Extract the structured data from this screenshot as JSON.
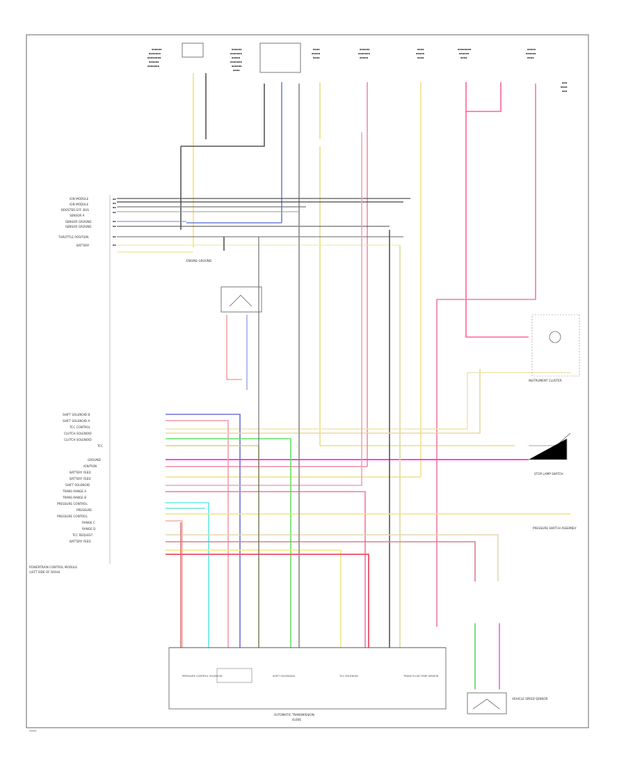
{
  "diagram": {
    "figure_id": "*****",
    "left_pin_names": [
      "IGN MODULE",
      "IGN MODULE",
      "BOOSTED EFF. BUS",
      "SENSOR A",
      "SENSOR GROUND",
      "SENSOR GROUND",
      "THROTTLE POSITION",
      "BATTERY"
    ],
    "lower_pin_names": [
      "SHIFT SOLENOID B",
      "SHIFT SOLENOID A",
      "TCC CONTROL",
      "CLUTCH SOLENOID",
      "CLUTCH SOLENOID",
      "TCC",
      "GROUND",
      "IGNITION",
      "BATTERY FEED",
      "BATTERY FEED",
      "SHIFT SOLENOID",
      "TRANS RANGE A",
      "TRANS RANGE B",
      "PRESSURE CONTROL",
      "PRESSURE",
      "PRESSURE CONTROL",
      "RANGE C",
      "RANGE D",
      "TCC REQUEST",
      "BATTERY FEED"
    ],
    "captions": {
      "module": "POWERTRAIN CONTROL MODULE",
      "module_sub": "(LEFT SIDE OF DASH)",
      "transmission": "AUTOMATIC TRANSMISSION",
      "transmission_sub": "4L60E",
      "cluster": "INSTRUMENT CLUSTER",
      "engine_ground": "ENGINE GROUND",
      "speed_sensor": "VEHICLE SPEED SENSOR",
      "stop_lamp": "STOP LAMP SWITCH",
      "pressure_switch": "PRESSURE SWITCH ASSEMBLY",
      "solenoid": "PRESSURE CONTROL SOLENOID",
      "shift_solenoids": "SHIFT SOLENOIDS",
      "tcc_solenoid": "TCC SOLENOID",
      "tft_sensor": "TRANS FLUID TEMP SENSOR"
    }
  }
}
